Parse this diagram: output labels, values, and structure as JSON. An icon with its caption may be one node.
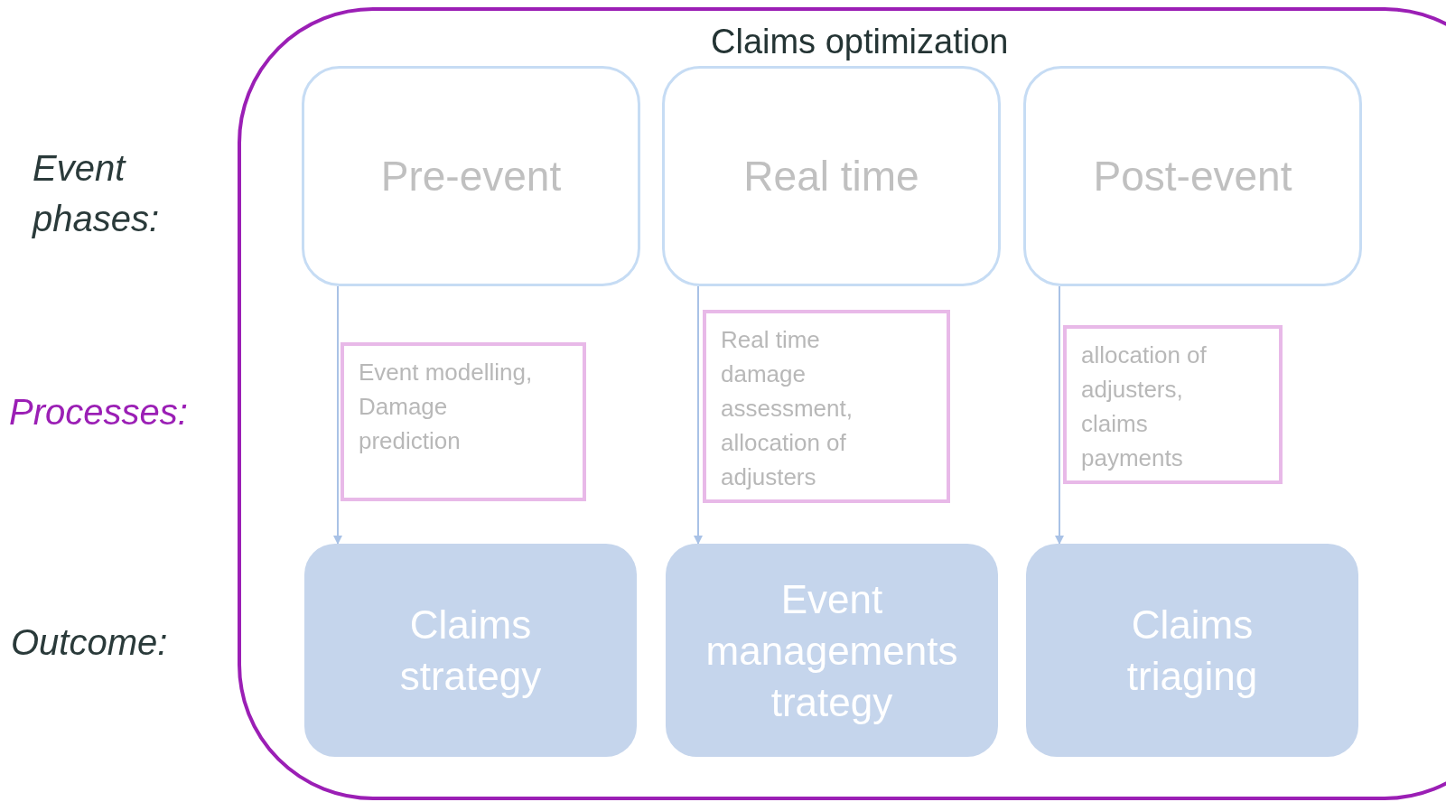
{
  "diagram": {
    "nodes": [
      {
        "text": [
          "Claims optimization"
        ]
      },
      {
        "text": [
          "Pre-event"
        ],
        "in": 0
      },
      {
        "text": [
          "Real time"
        ],
        "in": 0
      },
      {
        "text": [
          "Post-event"
        ],
        "in": 0
      },
      {
        "text": [
          "Event modelling, Damage prediction"
        ],
        "in": 0
      },
      {
        "text": [
          "Real time damage assessment, allocation of adjusters"
        ],
        "in": 0
      },
      {
        "text": [
          "allocation of adjusters, claims payments"
        ],
        "in": 0
      },
      {
        "text": [
          "Claims strategy"
        ],
        "in": 0
      },
      {
        "text": [
          "Event managements trategy"
        ],
        "in": 0
      },
      {
        "text": [
          "Claims triaging"
        ],
        "in": 0
      }
    ],
    "edges": [
      {
        "from": 1,
        "to": 7,
        "arrow": "to"
      },
      {
        "from": 2,
        "to": 8,
        "arrow": "to"
      },
      {
        "from": 3,
        "to": 9,
        "arrow": "to"
      }
    ],
    "labels": [
      "Event phases:",
      "Processes:",
      "Outcome:"
    ]
  }
}
